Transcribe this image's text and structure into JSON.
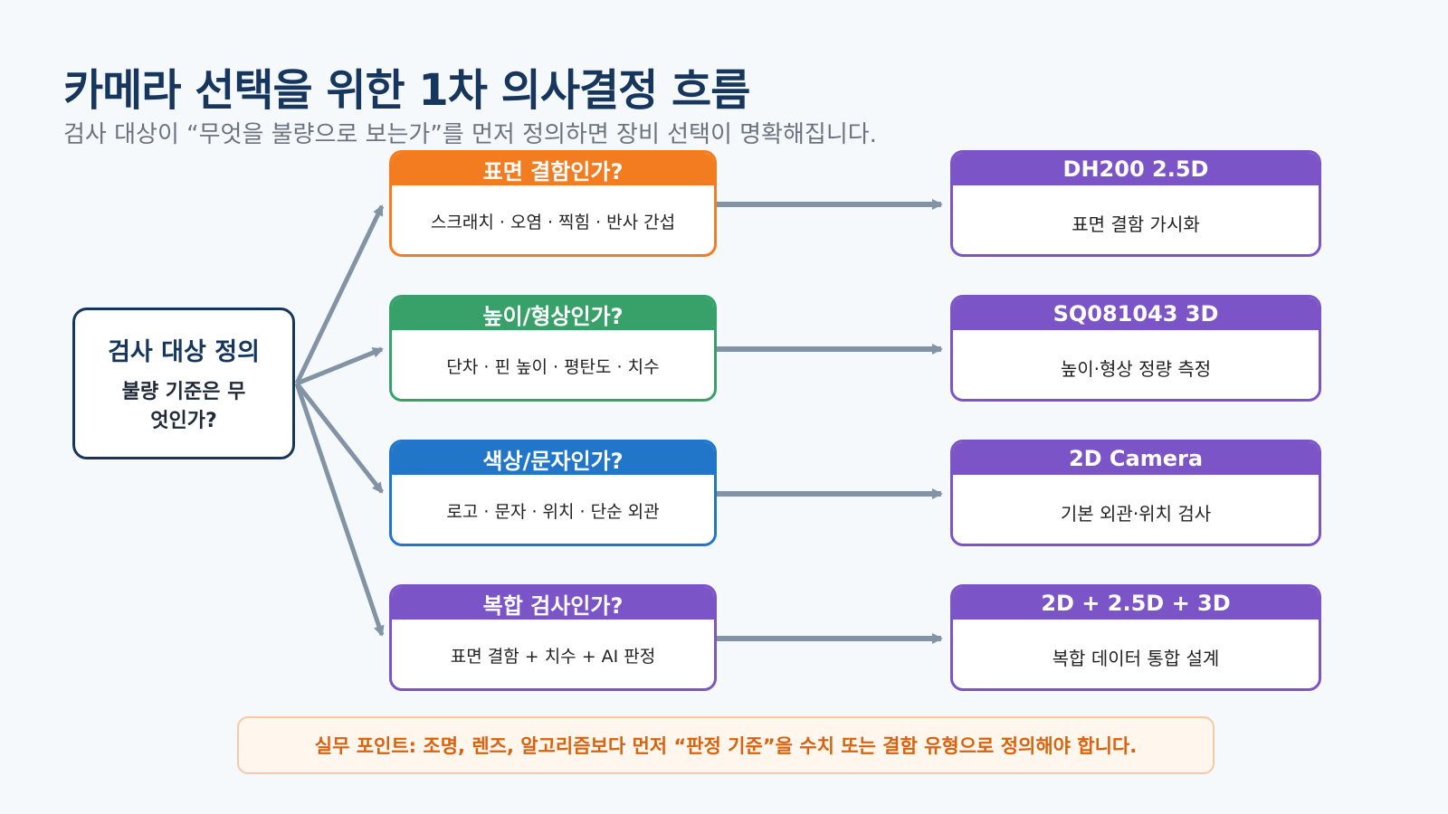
{
  "header": {
    "title": "카메라 선택을 위한 1차 의사결정 흐름",
    "subtitle": "검사 대상이 “무엇을 불량으로 보는가”를 먼저 정의하면 장비 선택이 명확해집니다."
  },
  "source": {
    "title": "검사 대상 정의",
    "text": "불량 기준은 무엇인가?"
  },
  "questions": [
    {
      "title": "표면 결함인가?",
      "desc": "스크래치 · 오염 · 찍힘 · 반사 간섭",
      "color": "#f47c20"
    },
    {
      "title": "높이/형상인가?",
      "desc": "단차 · 핀 높이 · 평탄도 · 치수",
      "color": "#38a169"
    },
    {
      "title": "색상/문자인가?",
      "desc": "로고 · 문자 · 위치 · 단순 외관",
      "color": "#2176c9"
    },
    {
      "title": "복합 검사인가?",
      "desc": "표면 결함 + 치수 + AI 판정",
      "color": "#7b55c7"
    }
  ],
  "results": [
    {
      "title": "DH200 2.5D",
      "desc": "표면 결함 가시화",
      "color": "#7b55c7"
    },
    {
      "title": "SQ081043 3D",
      "desc": "높이·형상 정량 측정",
      "color": "#7b55c7"
    },
    {
      "title": "2D Camera",
      "desc": "기본 외관·위치 검사",
      "color": "#7b55c7"
    },
    {
      "title": "2D + 2.5D + 3D",
      "desc": "복합 데이터 통합 설계",
      "color": "#7b55c7"
    }
  ],
  "note": {
    "text": "실무 포인트: 조명, 렌즈, 알고리즘보다 먼저 “판정 기준”을 수치 또는 결함 유형으로 정의해야 합니다."
  },
  "colors": {
    "arrow": "#8393a6",
    "navy": "#17365d",
    "note_text": "#d9620f"
  }
}
